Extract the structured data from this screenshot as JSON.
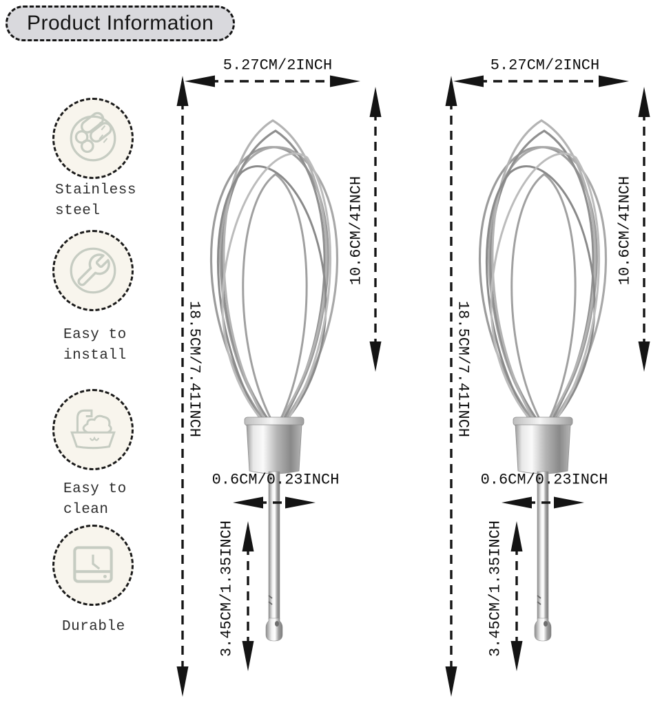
{
  "badge": {
    "label": "Product Information"
  },
  "features": [
    {
      "name": "stainless-steel",
      "lines": [
        "Stainless",
        "steel"
      ]
    },
    {
      "name": "easy-to-install",
      "lines": [
        "Easy to",
        "install"
      ]
    },
    {
      "name": "easy-to-clean",
      "lines": [
        "Easy to",
        "clean"
      ]
    },
    {
      "name": "durable",
      "lines": [
        "Durable"
      ]
    }
  ],
  "dimensions": {
    "width": "5.27CM/2INCH",
    "total_height": "18.5CM/7.41INCH",
    "balloon_height": "10.6CM/4INCH",
    "shaft_diameter": "0.6CM/0.23INCH",
    "shaft_length": "3.45CM/1.35INCH"
  },
  "colors": {
    "badge_bg": "#d9d9dd",
    "icon_bg": "#f8f5ed",
    "icon_stroke": "#c6ccc2",
    "line": "#141414"
  }
}
